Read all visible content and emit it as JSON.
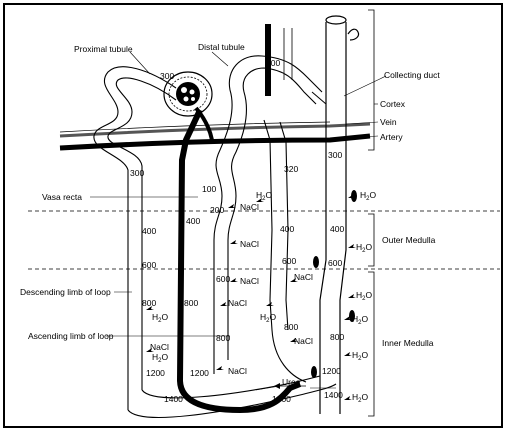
{
  "labels": {
    "proximal_tubule": "Proximal tubule",
    "distal_tubule": "Distal tubule",
    "collecting_duct": "Collecting duct",
    "cortex": "Cortex",
    "vein": "Vein",
    "artery": "Artery",
    "vasa_recta": "Vasa recta",
    "outer_medulla": "Outer Medulla",
    "inner_medulla": "Inner Medulla",
    "descending_limb": "Descending limb of loop",
    "ascending_limb": "Ascending limb of loop",
    "urea": "Urea"
  },
  "solutes": {
    "nacl": "NaCl",
    "water": "H",
    "water_sub": "2",
    "water_tail": "O"
  },
  "osmolality": {
    "prox_300": "300",
    "dist_100": "100",
    "desc_300": "300",
    "desc_400": "400",
    "desc_600": "600",
    "desc_800": "800",
    "desc_1200": "1200",
    "bottom_1400": "1400",
    "vr_100": "100",
    "vr_200": "200",
    "vr_400": "400",
    "asc_600": "600",
    "asc_800": "800",
    "vr2_800": "800",
    "vr2_1200": "1200",
    "vr2_1400": "1400",
    "cd_320": "320",
    "cd_400a": "400",
    "cd_600a": "600",
    "cd_800a": "800",
    "cd_300": "300",
    "cd_400": "400",
    "cd_600": "600",
    "cd_800": "800",
    "cd_1200": "1200",
    "cd_1400": "1400"
  }
}
